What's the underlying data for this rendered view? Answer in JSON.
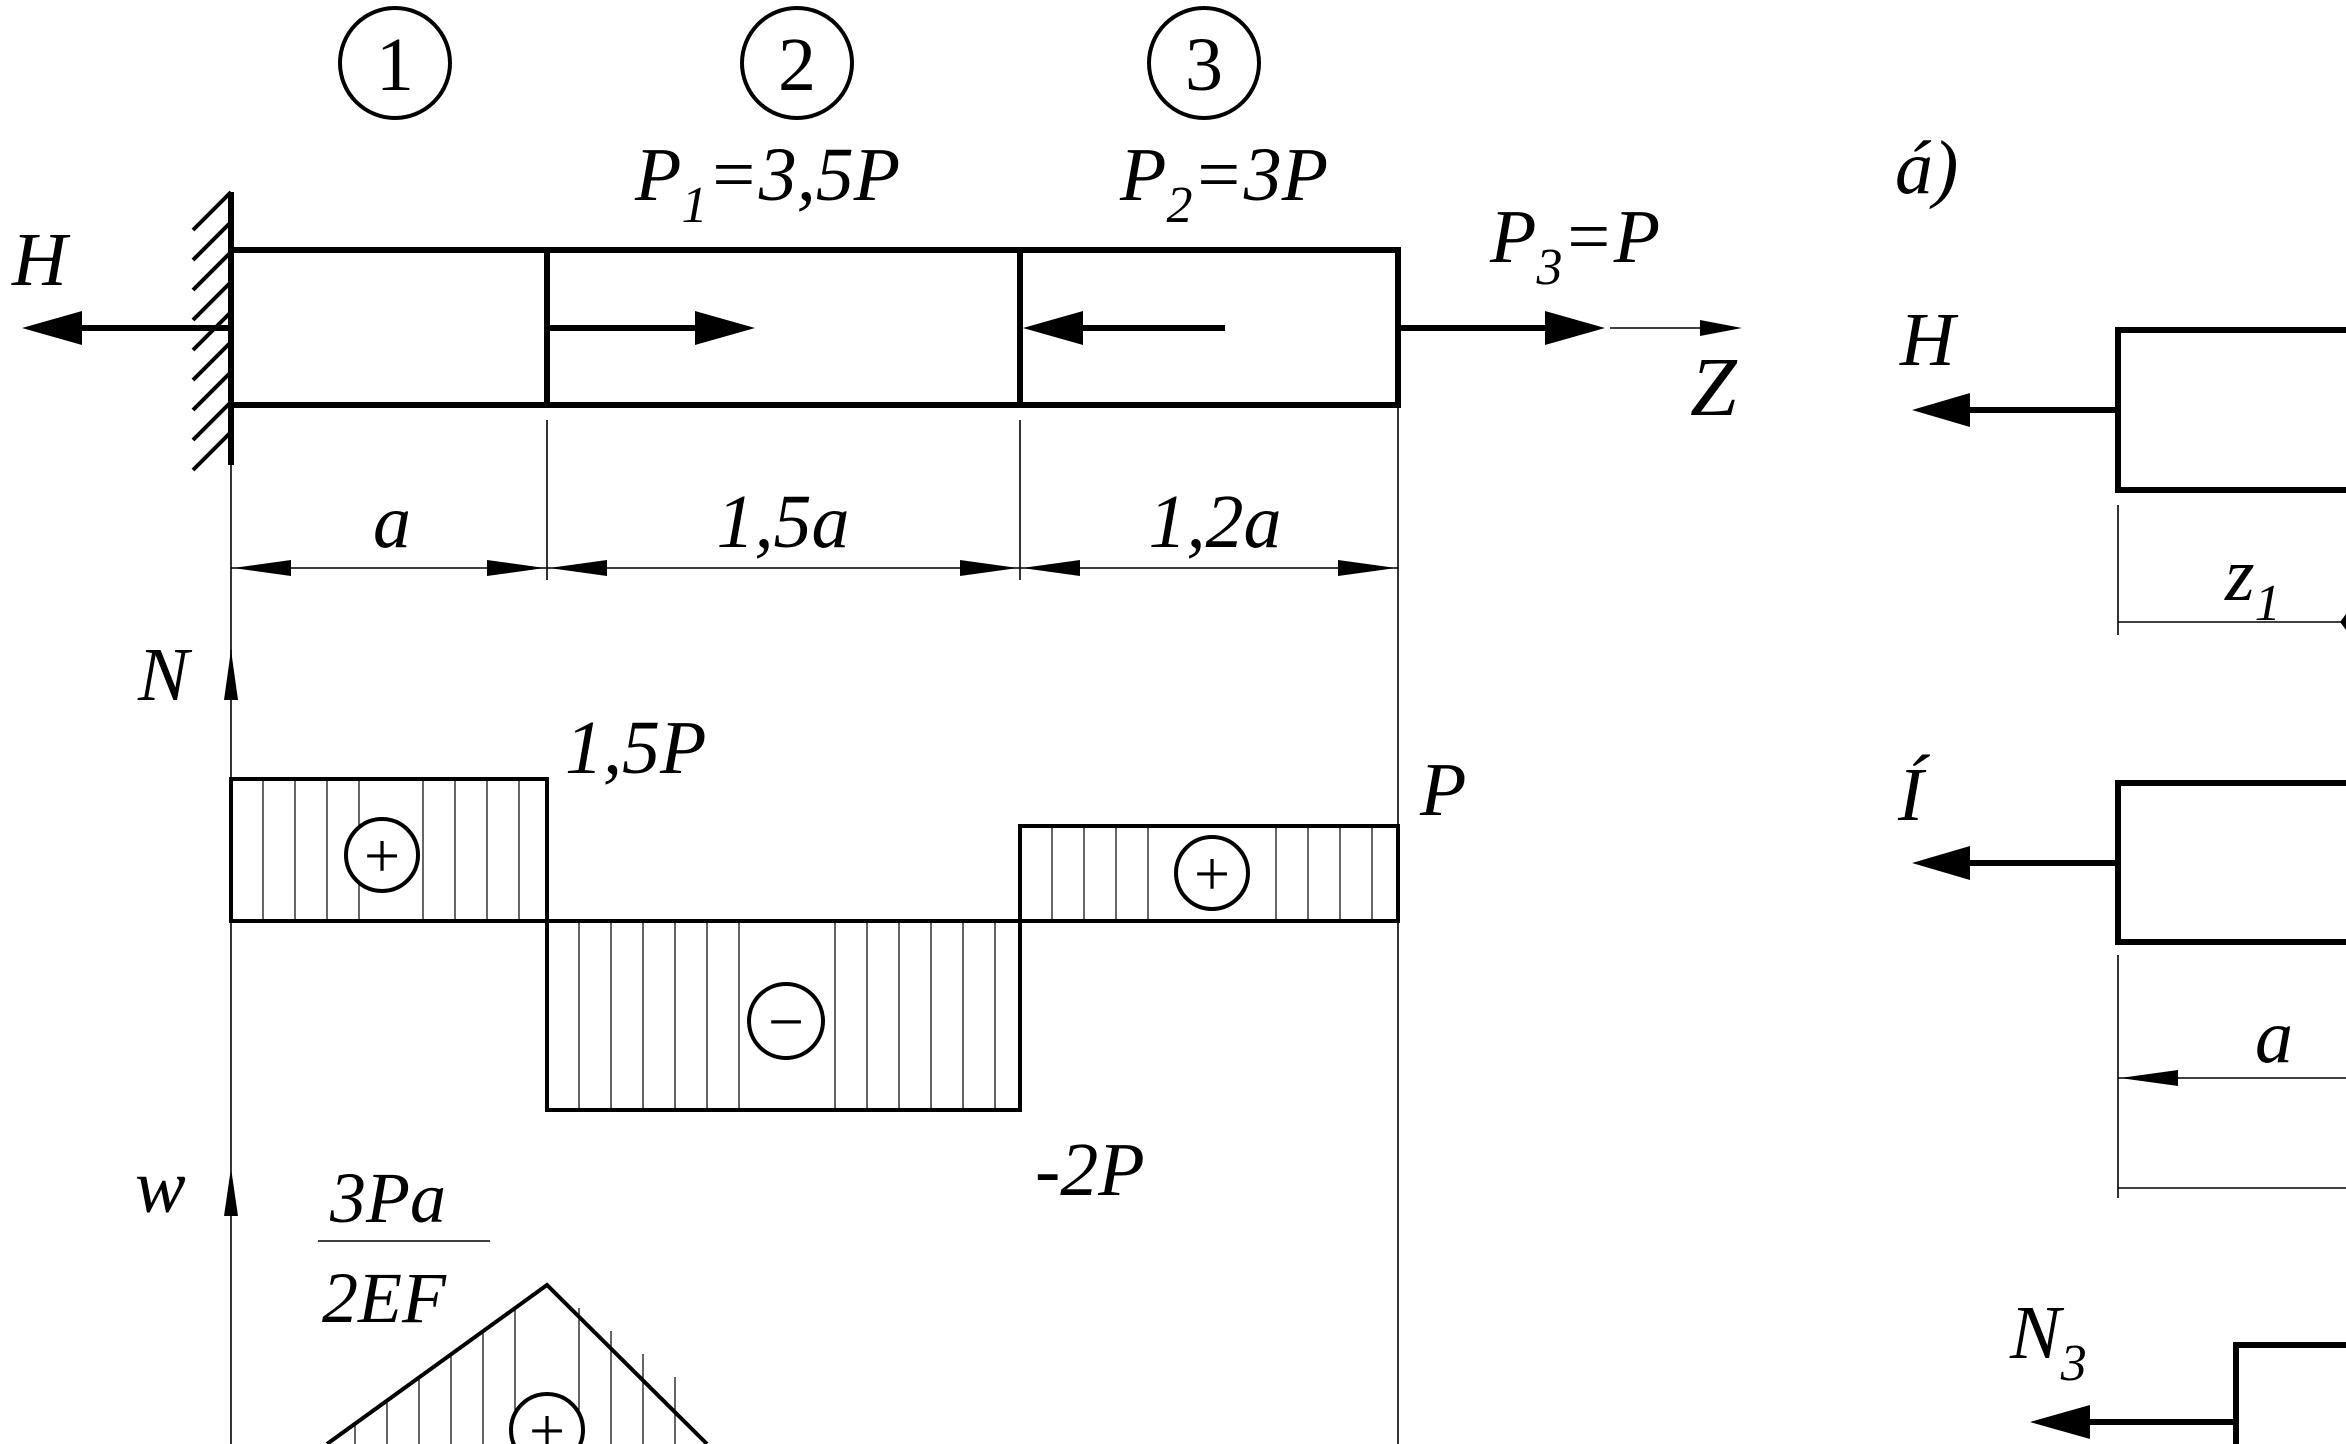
{
  "segments": {
    "seg1": "1",
    "seg2": "2",
    "seg3": "3"
  },
  "loads": {
    "reaction": "H",
    "p1": "P",
    "p1_sub": "1",
    "p1_value": "=3,5P",
    "p2": "P",
    "p2_sub": "2",
    "p2_value": "=3P",
    "p3": "P",
    "p3_sub": "3",
    "p3_value": "=P",
    "axis": "Z"
  },
  "dimensions": {
    "d1": "a",
    "d2": "1,5a",
    "d3": "1,2a"
  },
  "normal_force_diagram": {
    "axis": "N",
    "seg1_value": "1,5P",
    "seg2_value": "-2P",
    "seg3_value": "P",
    "plus": "+",
    "minus": "−",
    "values_units_of_P": [
      1.5,
      -2,
      1
    ]
  },
  "displacement_diagram": {
    "axis": "w",
    "peak_numerator": "3Pa",
    "peak_denominator": "2EF",
    "plus": "+"
  },
  "side_panel": {
    "panel_label": "á)",
    "reaction": "H",
    "cut1_coord": "z",
    "cut1_coord_sub": "1",
    "force_label": "Í",
    "dim_a": "a",
    "n3": "N",
    "n3_sub": "3"
  }
}
